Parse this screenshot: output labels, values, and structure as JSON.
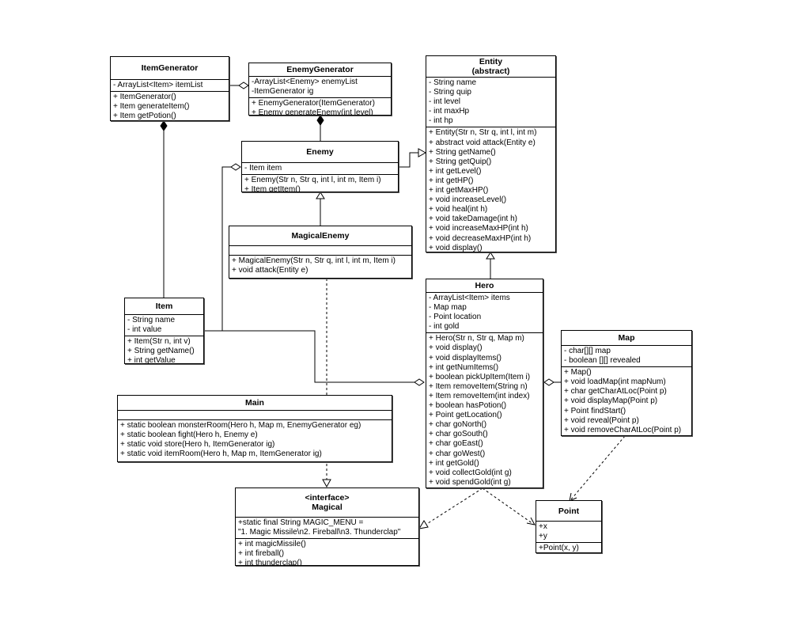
{
  "classes": {
    "itemgenerator": {
      "name": "ItemGenerator",
      "attributes": [
        "- ArrayList<Item> itemList"
      ],
      "methods": [
        "+ ItemGenerator()",
        "+ Item generateItem()",
        "+ Item getPotion()"
      ]
    },
    "enemygenerator": {
      "name": "EnemyGenerator",
      "attributes": [
        "-ArrayList<Enemy> enemyList",
        "-ItemGenerator ig"
      ],
      "methods": [
        "+ EnemyGenerator(ItemGenerator)",
        "+ Enemy generateEnemy(int level)"
      ]
    },
    "entity": {
      "name": "Entity",
      "stereotype": "(abstract)",
      "attributes": [
        "- String name",
        "- String quip",
        "- int level",
        "- int maxHp",
        "- int hp"
      ],
      "methods": [
        "+ Entity(Str n, Str q, int l, int m)",
        "+ abstract void attack(Entity e)",
        "+ String getName()",
        "+ String getQuip()",
        "+ int getLevel()",
        "+ int getHP()",
        "+ int getMaxHP()",
        "+ void increaseLevel()",
        "+ void heal(int h)",
        "+ void takeDamage(int h)",
        "+ void increaseMaxHP(int h)",
        "+ void decreaseMaxHP(int h)",
        "+ void display()"
      ]
    },
    "enemy": {
      "name": "Enemy",
      "attributes": [
        "- Item item"
      ],
      "methods": [
        "+ Enemy(Str n, Str q, int l, int m, Item i)",
        "+ Item getItem()"
      ]
    },
    "magicalenemy": {
      "name": "MagicalEnemy",
      "attributes": [],
      "methods": [
        "+ MagicalEnemy(Str n, Str q, int l, int m, Item i)",
        "+ void attack(Entity e)"
      ]
    },
    "item": {
      "name": "Item",
      "attributes": [
        "- String name",
        "- int value"
      ],
      "methods": [
        "+ Item(Str n, int v)",
        "+ String getName()",
        "+ int getValue"
      ]
    },
    "hero": {
      "name": "Hero",
      "attributes": [
        "- ArrayList<Item> items",
        "- Map map",
        "- Point location",
        "- int gold"
      ],
      "methods": [
        "+ Hero(Str n, Str q, Map m)",
        "+ void display()",
        "+ void displayItems()",
        "+ int getNumItems()",
        "+ boolean pickUpItem(Item i)",
        "+ Item removeItem(String n)",
        "+ Item removeItem(int index)",
        "+ boolean hasPotion()",
        "+ Point getLocation()",
        "+ char goNorth()",
        "+ char goSouth()",
        "+ char goEast()",
        "+ char goWest()",
        "+ int getGold()",
        "+ void collectGold(int g)",
        "+ void spendGold(int g)"
      ]
    },
    "map": {
      "name": "Map",
      "attributes": [
        "- char[][] map",
        "- boolean [][] revealed"
      ],
      "methods": [
        "+ Map()",
        "+ void loadMap(int mapNum)",
        "+ char getCharAtLoc(Point p)",
        "+ void displayMap(Point p)",
        "+ Point findStart()",
        "+ void reveal(Point p)",
        "+ void removeCharAtLoc(Point p)"
      ]
    },
    "main": {
      "name": "Main",
      "attributes": [],
      "methods": [
        "+ static boolean monsterRoom(Hero h, Map m, EnemyGenerator eg)",
        "+ static boolean fight(Hero h, Enemy e)",
        "+ static void store(Hero h, ItemGenerator ig)",
        "+ static void itemRoom(Hero h, Map m, ItemGenerator ig)"
      ]
    },
    "magical": {
      "name": "Magical",
      "stereotype": "<interface>",
      "attributes": [
        "+static final String MAGIC_MENU =",
        "\"1. Magic Missile\\n2. Fireball\\n3. Thunderclap\""
      ],
      "methods": [
        "+ int magicMissile()",
        "+ int fireball()",
        "+ int thunderclap()"
      ]
    },
    "point": {
      "name": "Point",
      "attributes": [
        "+x",
        "+y"
      ],
      "methods": [
        "+Point(x, y)"
      ]
    }
  }
}
